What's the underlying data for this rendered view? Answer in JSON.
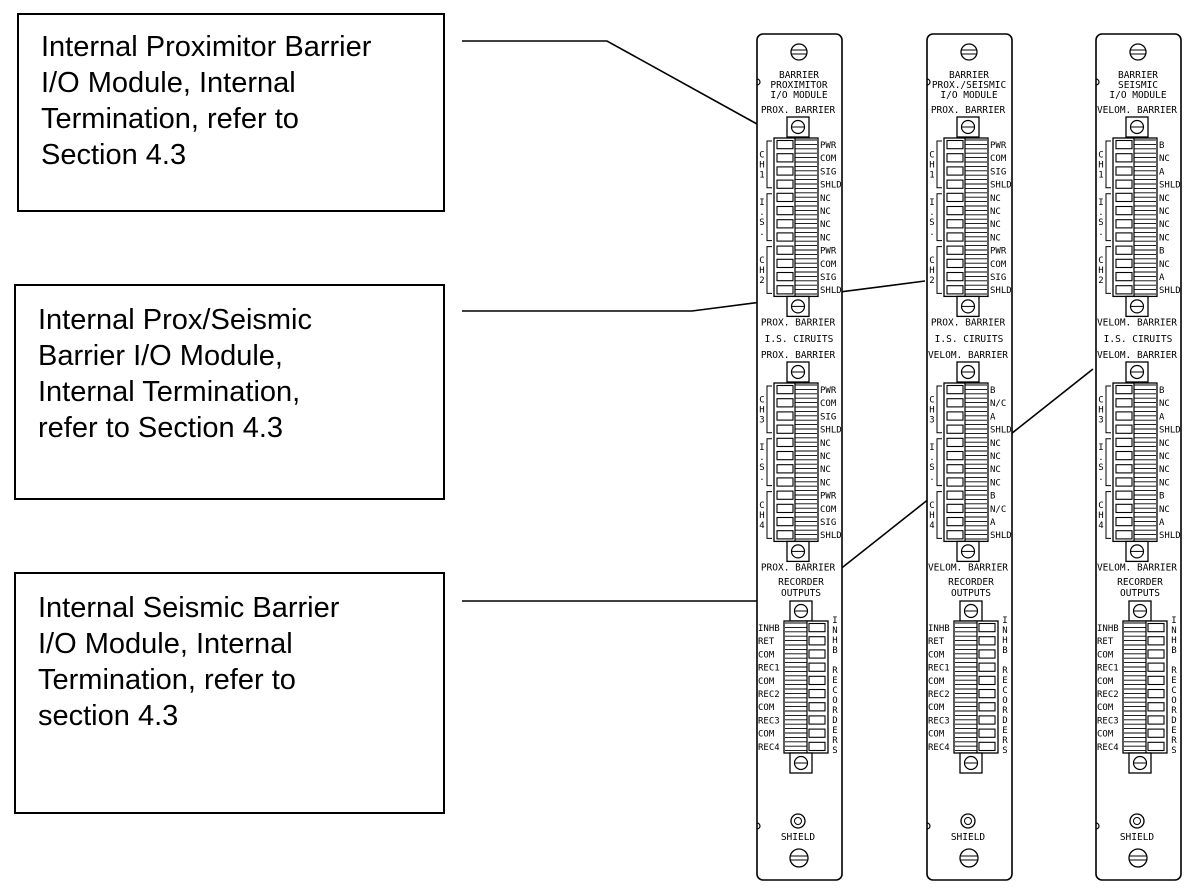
{
  "callouts": [
    {
      "lines": [
        "Internal Proximitor Barrier",
        "I/O Module, Internal",
        "Termination, refer to",
        "Section 4.3"
      ]
    },
    {
      "lines": [
        "Internal Prox/Seismic",
        "Barrier I/O Module,",
        "Internal Termination,",
        "refer to Section 4.3"
      ]
    },
    {
      "lines": [
        "Internal Seismic Barrier",
        "I/O Module, Internal",
        "Termination, refer to",
        "section 4.3"
      ]
    }
  ],
  "modules": [
    {
      "title": [
        "BARRIER",
        "PROXIMITOR",
        "I/O MODULE"
      ],
      "upper": {
        "top_label": "PROX. BARRIER",
        "bottom_label": "PROX. BARRIER",
        "ch_a": "CH1",
        "is": "I.S.",
        "ch_b": "CH2",
        "terminals": [
          "PWR",
          "COM",
          "SIG",
          "SHLD",
          "NC",
          "NC",
          "NC",
          "NC",
          "PWR",
          "COM",
          "SIG",
          "SHLD"
        ]
      },
      "is_circuits": "I.S. CIRUITS",
      "lower": {
        "top_label": "PROX. BARRIER",
        "bottom_label": "PROX. BARRIER",
        "ch_a": "CH3",
        "is": "I.S.",
        "ch_b": "CH4",
        "terminals": [
          "PWR",
          "COM",
          "SIG",
          "SHLD",
          "NC",
          "NC",
          "NC",
          "NC",
          "PWR",
          "COM",
          "SIG",
          "SHLD"
        ]
      }
    },
    {
      "title": [
        "BARRIER",
        "PROX./SEISMIC",
        "I/O MODULE"
      ],
      "upper": {
        "top_label": "PROX. BARRIER",
        "bottom_label": "PROX. BARRIER",
        "ch_a": "CH1",
        "is": "I.S.",
        "ch_b": "CH2",
        "terminals": [
          "PWR",
          "COM",
          "SIG",
          "SHLD",
          "NC",
          "NC",
          "NC",
          "NC",
          "PWR",
          "COM",
          "SIG",
          "SHLD"
        ]
      },
      "is_circuits": "I.S. CIRUITS",
      "lower": {
        "top_label": "VELOM. BARRIER",
        "bottom_label": "VELOM. BARRIER",
        "ch_a": "CH3",
        "is": "I.S.",
        "ch_b": "CH4",
        "terminals": [
          "B",
          "N/C",
          "A",
          "SHLD",
          "NC",
          "NC",
          "NC",
          "NC",
          "B",
          "N/C",
          "A",
          "SHLD"
        ]
      }
    },
    {
      "title": [
        "BARRIER",
        "SEISMIC",
        "I/O MODULE"
      ],
      "upper": {
        "top_label": "VELOM. BARRIER",
        "bottom_label": "VELOM. BARRIER",
        "ch_a": "CH1",
        "is": "I.S.",
        "ch_b": "CH2",
        "terminals": [
          "B",
          "NC",
          "A",
          "SHLD",
          "NC",
          "NC",
          "NC",
          "NC",
          "B",
          "NC",
          "A",
          "SHLD"
        ]
      },
      "is_circuits": "I.S. CIRUITS",
      "lower": {
        "top_label": "VELOM. BARRIER",
        "bottom_label": "VELOM. BARRIER",
        "ch_a": "CH3",
        "is": "I.S.",
        "ch_b": "CH4",
        "terminals": [
          "B",
          "NC",
          "A",
          "SHLD",
          "NC",
          "NC",
          "NC",
          "NC",
          "B",
          "NC",
          "A",
          "SHLD"
        ]
      }
    }
  ],
  "recorder": {
    "title": [
      "RECORDER",
      "OUTPUTS"
    ],
    "left_labels": [
      "INHB",
      "RET",
      "COM",
      "REC1",
      "COM",
      "REC2",
      "COM",
      "REC3",
      "COM",
      "REC4"
    ],
    "right_top": "INHB",
    "right_bottom": "RECORDERS"
  },
  "shield_label": "SHIELD"
}
